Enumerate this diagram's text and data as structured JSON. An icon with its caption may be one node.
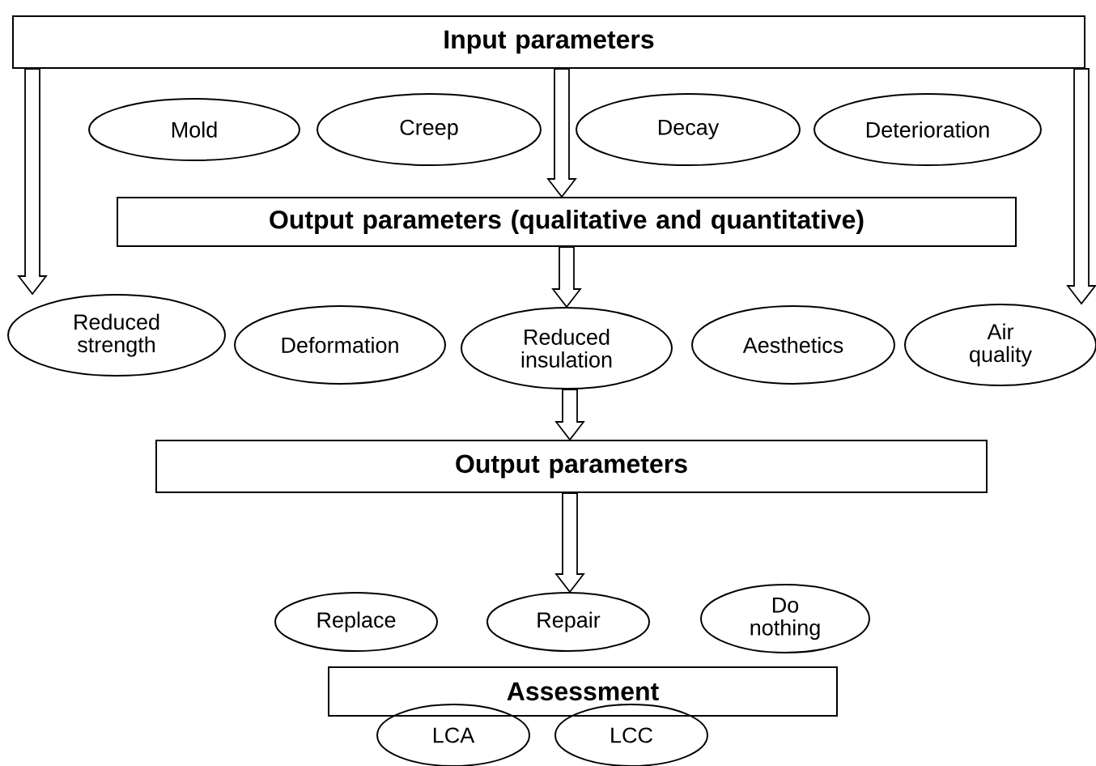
{
  "diagram": {
    "nodes": [
      {
        "text": [
          "Input parameters"
        ]
      },
      {
        "text": [
          "Mold"
        ]
      },
      {
        "text": [
          "Creep"
        ]
      },
      {
        "text": [
          "Decay"
        ]
      },
      {
        "text": [
          "Deterioration"
        ]
      },
      {
        "text": [
          "Output parameters (qualitative and quantitative)"
        ]
      },
      {
        "text": [
          "Reduced strength"
        ]
      },
      {
        "text": [
          "Deformation"
        ]
      },
      {
        "text": [
          "Reduced insulation"
        ]
      },
      {
        "text": [
          "Aesthetics"
        ]
      },
      {
        "text": [
          "Air quality"
        ]
      },
      {
        "text": [
          "Output parameters"
        ]
      },
      {
        "text": [
          "Replace"
        ]
      },
      {
        "text": [
          "Repair"
        ]
      },
      {
        "text": [
          "Do nothing"
        ]
      },
      {
        "text": [
          "Assessment"
        ]
      },
      {
        "text": [
          "LCA"
        ]
      },
      {
        "text": [
          "LCC"
        ]
      }
    ],
    "edges": [
      {
        "from": 0,
        "to": 5,
        "arrow": "to"
      },
      {
        "from": 0,
        "to": 6,
        "arrow": "to"
      },
      {
        "from": 0,
        "to": 10,
        "arrow": "to"
      },
      {
        "from": 5,
        "to": 8,
        "arrow": "to"
      },
      {
        "from": 8,
        "to": 11,
        "arrow": "to"
      },
      {
        "from": 11,
        "to": 13,
        "arrow": "to"
      }
    ]
  }
}
